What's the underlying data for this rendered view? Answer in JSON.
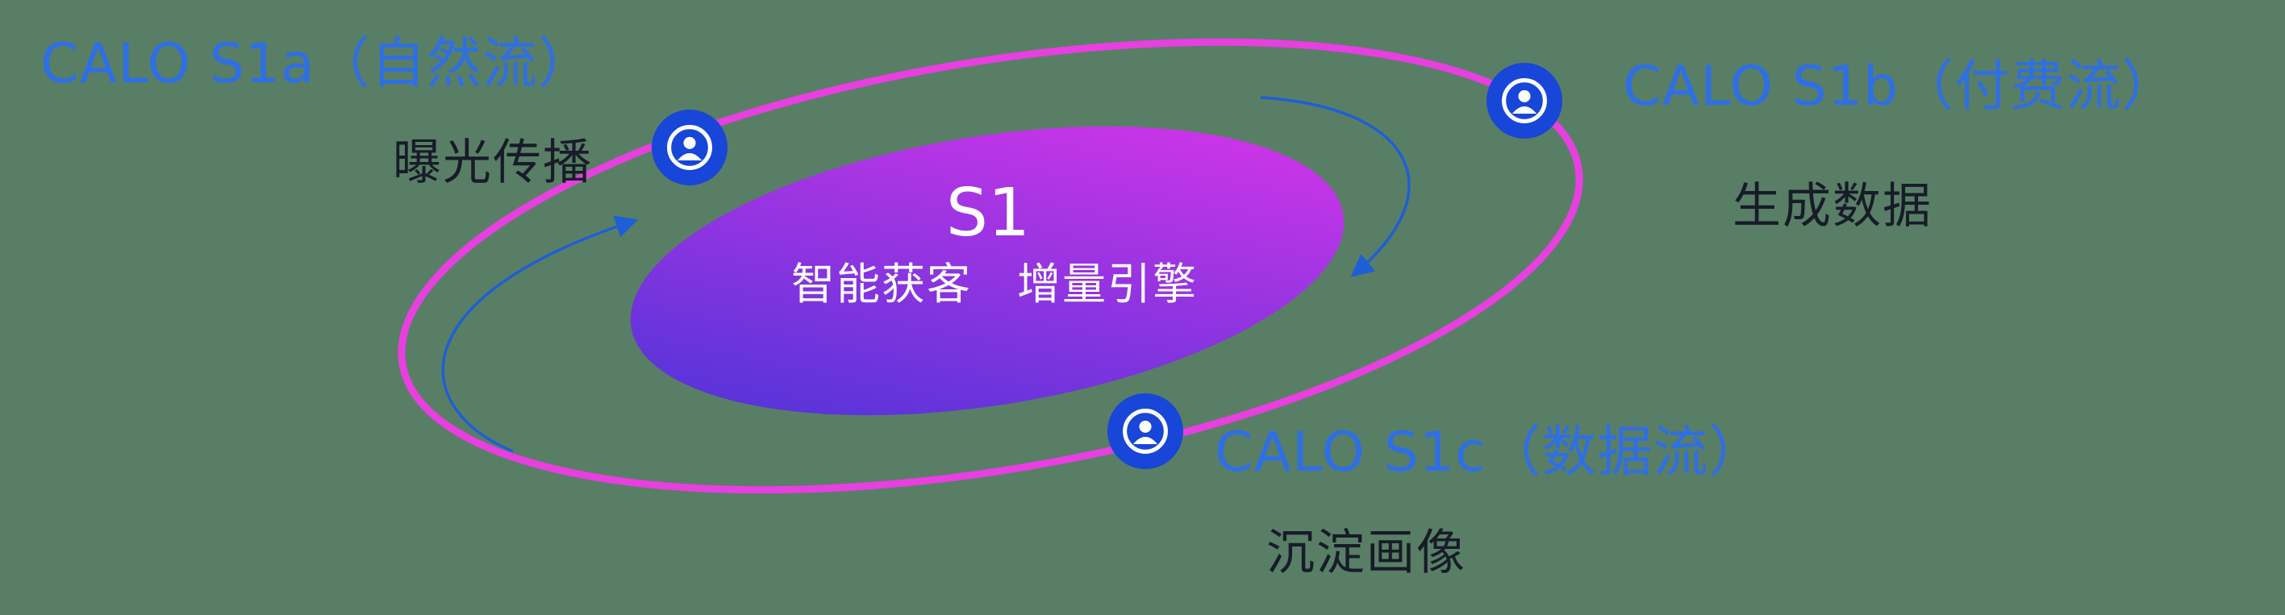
{
  "center": {
    "title": "S1",
    "subtitle": "智能获客　增量引擎"
  },
  "nodes": [
    {
      "id": "s1a",
      "title": "CALO S1a（自然流）",
      "subtitle": "曝光传播",
      "icon": "person-icon"
    },
    {
      "id": "s1b",
      "title": "CALO S1b（付费流）",
      "subtitle": "生成数据",
      "icon": "person-icon"
    },
    {
      "id": "s1c",
      "title": "CALO S1c（数据流）",
      "subtitle": "沉淀画像",
      "icon": "person-icon"
    }
  ],
  "colors": {
    "background": "#597e66",
    "ring": "#e83fe0",
    "core_gradient_start": "#4334d6",
    "core_gradient_end": "#e035ea",
    "node_blue": "#1746d8",
    "title_blue": "#2f6fe4",
    "subtitle_dark": "#171c28",
    "arrow_blue": "#1d5fd6",
    "center_text": "#ffffff"
  }
}
